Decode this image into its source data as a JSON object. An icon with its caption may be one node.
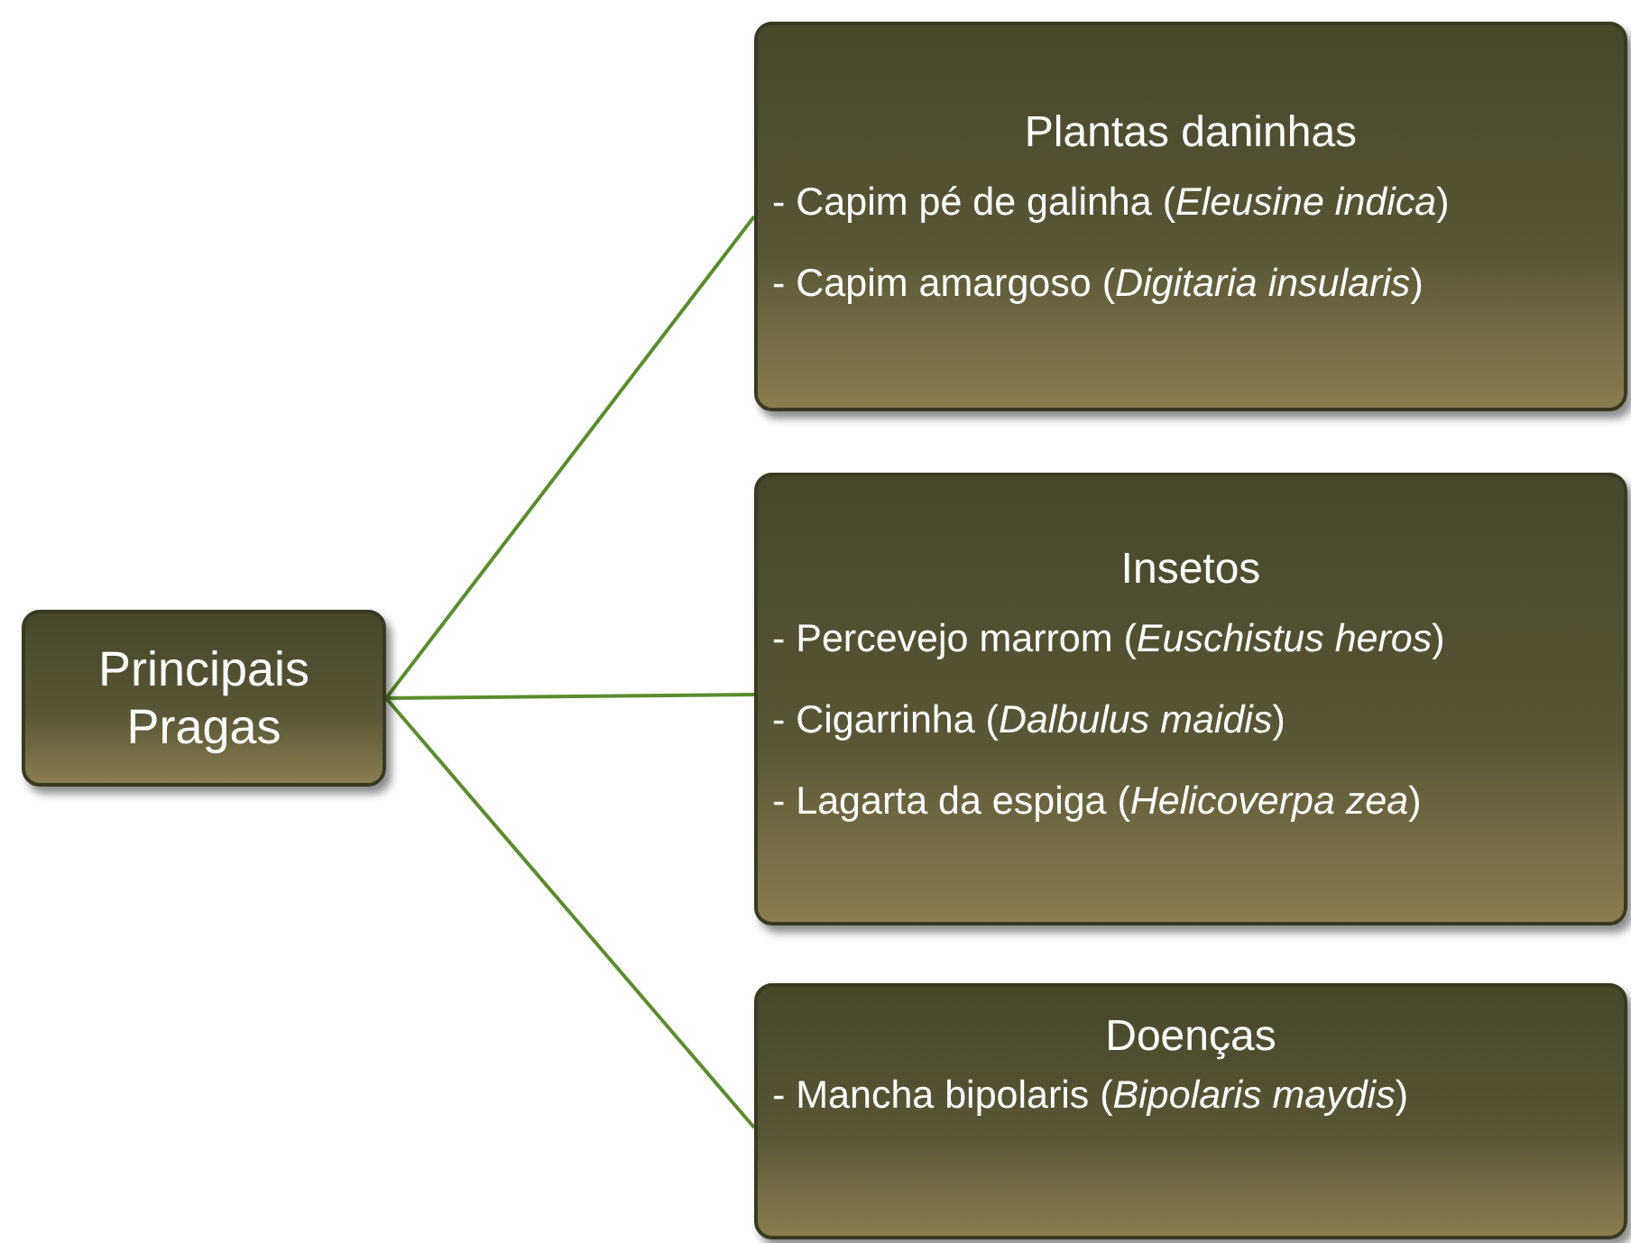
{
  "diagram": {
    "nodes": [
      {
        "text": [
          "Principais Pragas"
        ]
      },
      {
        "text": [
          "Plantas daninhas",
          "- Capim pé de galinha (*Eleusine indica*)",
          "- Capim amargoso (*Digitaria insularis*)"
        ]
      },
      {
        "text": [
          "Insetos",
          "- Percevejo marrom (*Euschistus heros*)",
          "- Cigarrinha (*Dalbulus maidis*)",
          "- Lagarta da espiga (*Helicoverpa zea*)"
        ]
      },
      {
        "text": [
          "Doenças",
          "- Mancha bipolaris (*Bipolaris maydis*)"
        ]
      }
    ],
    "edges": [
      {
        "from": 0,
        "to": 1,
        "arrow": "none"
      },
      {
        "from": 0,
        "to": 2,
        "arrow": "none"
      },
      {
        "from": 0,
        "to": 3,
        "arrow": "none"
      }
    ]
  }
}
